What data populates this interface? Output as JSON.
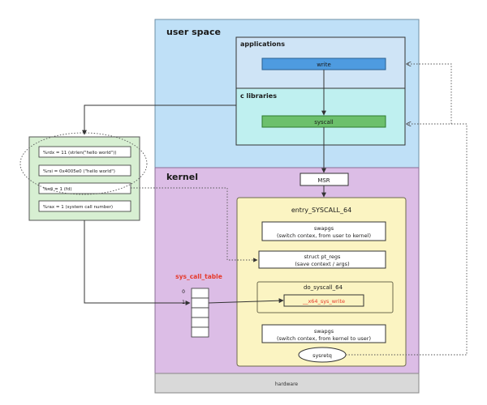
{
  "user_space": {
    "title": "user space",
    "applications": {
      "title": "applications",
      "write": "write"
    },
    "c_libraries": {
      "title": "c libraries",
      "syscall": "syscall"
    }
  },
  "registers": {
    "rdx": "%rdx = 11 (strlen(\"hello world\"))",
    "rsi": "%rsi = 0x4005e0 (\"hello world\")",
    "rdi": "%rdi = 1 (fd)",
    "rax": "%rax = 1 (system call number)"
  },
  "kernel": {
    "title": "kernel",
    "msr": "MSR",
    "entry": {
      "title": "entry_SYSCALL_64",
      "swapgs_in": {
        "line1": "swapgs",
        "line2": "(switch contex, from user to kernel)"
      },
      "pt_regs": {
        "line1": "struct pt_regs",
        "line2": "(save context / args)"
      },
      "do_syscall": {
        "title": "do_syscall_64",
        "target": "__x64_sys_write"
      },
      "swapgs_out": {
        "line1": "swapgs",
        "line2": "(switch contex, from kernel to user)"
      },
      "sysretq": "sysretq"
    },
    "sys_call_table": {
      "title": "sys_call_table",
      "index0": "0",
      "index1": "1"
    }
  },
  "hardware": {
    "label": "hardware"
  },
  "colors": {
    "user_space_bg": "#bfe0f7",
    "applications_bg": "#cfe4f6",
    "c_libraries_bg": "#bff0f0",
    "write_box": "#4e9be0",
    "syscall_box": "#6cc06c",
    "kernel_bg": "#dcbde6",
    "entry_bg": "#fbf4c2",
    "hardware_bg": "#d9d9d9",
    "register_panel_bg": "#d7efd2",
    "accent_red": "#e53a2c"
  }
}
